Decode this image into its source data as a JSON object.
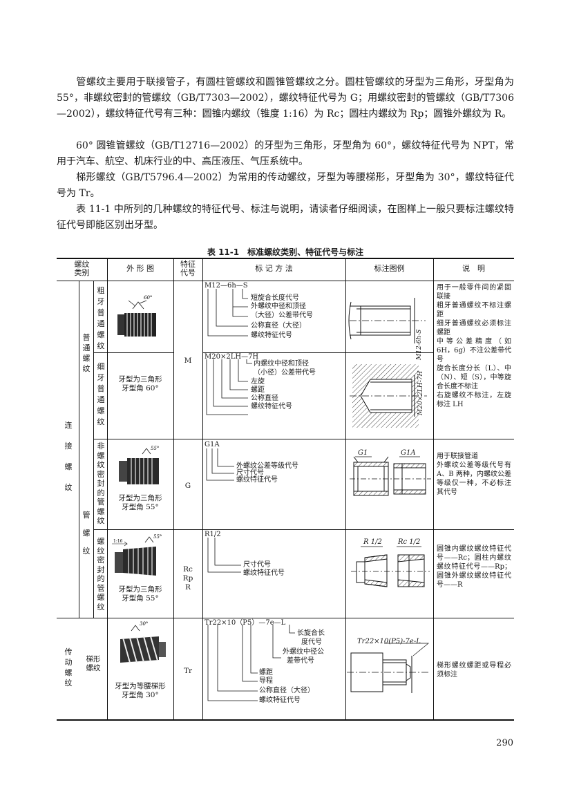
{
  "paragraphs": [
    "管螺纹主要用于联接管子，有圆柱管螺纹和圆锥管螺纹之分。圆柱管螺纹的牙型为三角形，牙型角为 55°，非螺纹密封的管螺纹（GB/T7303—2002），螺纹特征代号为 G；用螺纹密封的管螺纹（GB/T7306—2002），螺纹特征代号有三种：圆锥内螺纹（锥度 1:16）为 Rc；圆柱内螺纹为 Rp；圆锥外螺纹为 R。",
    "60° 圆锥管螺纹（GB/T12716—2002）的牙型为三角形，牙型角为 60°，螺纹特征代号为 NPT，常用于汽车、航空、机床行业的中、高压液压、气压系统中。",
    "梯形螺纹（GB/T5796.4—2002）为常用的传动螺纹，牙型为等腰梯形，牙型角为 30°，螺纹特征代号为 Tr。",
    "表 11-1 中所列的几种螺纹的特征代号、标注与说明，请读者仔细阅读，在图样上一般只要标注螺纹特征代号即能区别出牙型。"
  ],
  "caption": "表 11-1　标准螺纹类别、特征代号与标注",
  "headers": {
    "category": "螺纹类别",
    "shape": "外 形 图",
    "code": "特征代号",
    "method": "标 记 方 法",
    "example": "标注图例",
    "note": "说　明"
  },
  "groups": {
    "connect": "连接螺纹",
    "common": "普通螺纹",
    "pipe": "管螺纹",
    "transmit": "传动螺纹",
    "coarse": "粗牙普通螺纹",
    "fine": "细牙普通螺纹",
    "nonseal": "非螺纹密封的管螺纹",
    "seal": "螺纹密封的管螺纹",
    "trapezoid": "梯形螺纹"
  },
  "shape_desc": {
    "common": "牙型为三角形\n牙型角 60°",
    "g": "牙型为三角形\n牙型角 55°",
    "r": "牙型为三角形\n牙型角 55°",
    "tr": "牙型为等腰梯形\n牙型角 30°"
  },
  "codes": {
    "m": "M",
    "g": "G",
    "r": "Rc\nRp\nR",
    "tr": "Tr"
  },
  "marks": {
    "m1_head": "M12—6h—S",
    "m1": [
      "短旋合长度代号",
      "外螺纹中径和顶径",
      "（大径）公差带代号",
      "公称直径（大径）",
      "螺纹特征代号"
    ],
    "m2_head": "M20×2LH—7H",
    "m2": [
      "内螺纹中径和顶径",
      "（小径）公差带代号",
      "左旋",
      "螺距",
      "公称直径",
      "螺纹特征代号"
    ],
    "g_head": "G1A",
    "g": [
      "外螺纹公差等级代号",
      "尺寸代号",
      "螺纹特征代号"
    ],
    "r_head": "R1/2",
    "r": [
      "尺寸代号",
      "螺纹特征代号"
    ],
    "tr_head": "Tr22×10（P5）—7e—L",
    "tr": [
      "长旋合长",
      "度代号",
      "外螺纹中径公",
      "差带代号",
      "螺距",
      "导程",
      "公称直径（大径）",
      "螺纹特征代号"
    ]
  },
  "example_labels": {
    "m1": "M12-6h-S",
    "m2": "M20×2LH-7H",
    "g1": "G1",
    "g1a": "G1A",
    "r": "R 1/2",
    "rc": "Rc 1/2",
    "tr": "Tr22×10(P5)-7e-L"
  },
  "notes": {
    "common": "用于一般零件间的紧固联接\n粗牙普通螺纹不标注螺距\n细牙普通螺纹必须标注螺距\n中等公差精度（如 6H，6g）不注公差带代号\n旋合长度分长（L）、中（N）、短（S），中等旋合长度不标注\n右旋螺纹不标注，左旋标注 LH",
    "g": "用于联接管道\n外螺纹公差等级代号有 A、B 两种，内螺纹公差等级仅一种，不必标注其代号",
    "r": "圆锥内螺纹螺纹特征代号——Rc；圆柱内螺纹螺纹特征代号——Rp；圆锥外螺纹螺纹特征代号——R",
    "tr": "梯形螺纹螺距或导程必须标注"
  },
  "page_number": "290"
}
